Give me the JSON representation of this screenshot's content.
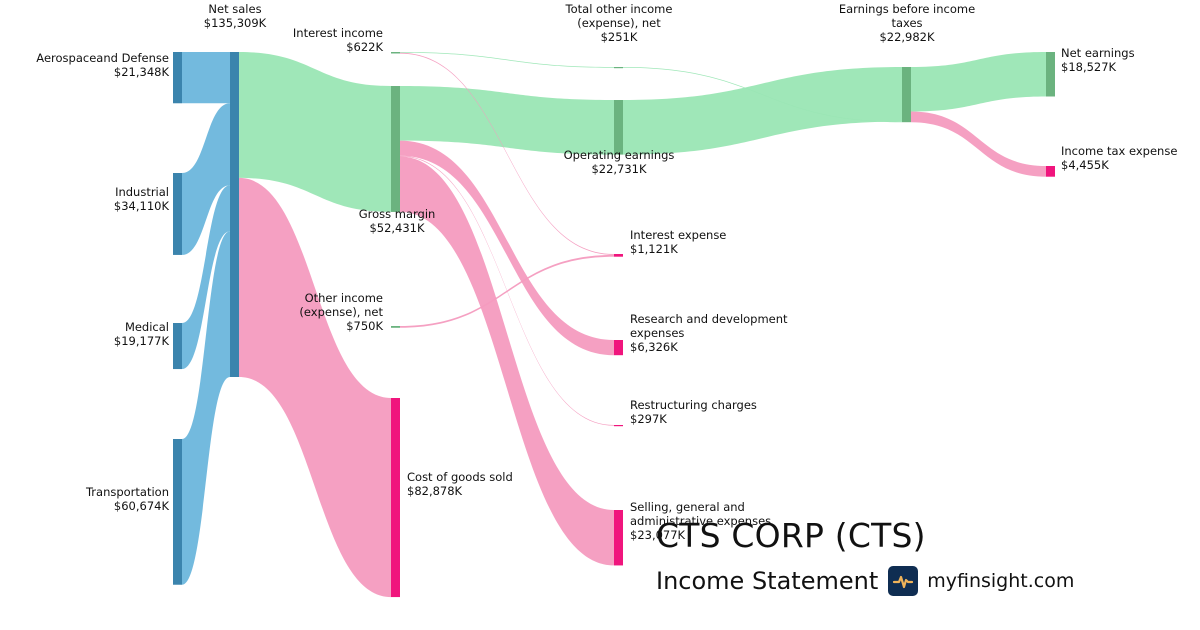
{
  "chart_data": {
    "type": "sankey",
    "units": "$K",
    "nodes": [
      {
        "id": "aero",
        "label": "Aerospaceand Defense",
        "value_text": "$21,348K",
        "value": 21348,
        "kind": "segment"
      },
      {
        "id": "industrial",
        "label": "Industrial",
        "value_text": "$34,110K",
        "value": 34110,
        "kind": "segment"
      },
      {
        "id": "medical",
        "label": "Medical",
        "value_text": "$19,177K",
        "value": 19177,
        "kind": "segment"
      },
      {
        "id": "transport",
        "label": "Transportation",
        "value_text": "$60,674K",
        "value": 60674,
        "kind": "segment"
      },
      {
        "id": "net_sales",
        "label": "Net sales",
        "value_text": "$135,309K",
        "value": 135309,
        "kind": "revenue"
      },
      {
        "id": "gross_margin",
        "label": "Gross margin",
        "value_text": "$52,431K",
        "value": 52431,
        "kind": "profit"
      },
      {
        "id": "cogs",
        "label": "Cost of goods sold",
        "value_text": "$82,878K",
        "value": 82878,
        "kind": "expense"
      },
      {
        "id": "interest_income",
        "label": "Interest income",
        "value_text": "$622K",
        "value": 622,
        "kind": "income"
      },
      {
        "id": "other_income",
        "label": "Other income (expense), net",
        "value_text": "$750K",
        "value": 750,
        "kind": "income"
      },
      {
        "id": "operating",
        "label": "Operating earnings",
        "value_text": "$22,731K",
        "value": 22731,
        "kind": "profit"
      },
      {
        "id": "total_other",
        "label": "Total other income (expense), net",
        "value_text": "$251K",
        "value": 251,
        "kind": "profit"
      },
      {
        "id": "interest_expense",
        "label": "Interest expense",
        "value_text": "$1,121K",
        "value": 1121,
        "kind": "expense"
      },
      {
        "id": "rnd",
        "label": "Research and development expenses",
        "value_text": "$6,326K",
        "value": 6326,
        "kind": "expense"
      },
      {
        "id": "restructuring",
        "label": "Restructuring charges",
        "value_text": "$297K",
        "value": 297,
        "kind": "expense"
      },
      {
        "id": "sga",
        "label": "Selling, general and administrative expenses",
        "value_text": "$23,077K",
        "value": 23077,
        "kind": "expense"
      },
      {
        "id": "ebt",
        "label": "Earnings before income taxes",
        "value_text": "$22,982K",
        "value": 22982,
        "kind": "profit"
      },
      {
        "id": "net_earnings",
        "label": "Net earnings",
        "value_text": "$18,527K",
        "value": 18527,
        "kind": "profit"
      },
      {
        "id": "tax",
        "label": "Income tax expense",
        "value_text": "$4,455K",
        "value": 4455,
        "kind": "expense"
      }
    ],
    "links": [
      {
        "source": "aero",
        "target": "net_sales",
        "value": 21348
      },
      {
        "source": "industrial",
        "target": "net_sales",
        "value": 34110
      },
      {
        "source": "medical",
        "target": "net_sales",
        "value": 19177
      },
      {
        "source": "transport",
        "target": "net_sales",
        "value": 60674
      },
      {
        "source": "net_sales",
        "target": "gross_margin",
        "value": 52431
      },
      {
        "source": "net_sales",
        "target": "cogs",
        "value": 82878
      },
      {
        "source": "gross_margin",
        "target": "operating",
        "value": 22731
      },
      {
        "source": "gross_margin",
        "target": "rnd",
        "value": 6326
      },
      {
        "source": "gross_margin",
        "target": "restructuring",
        "value": 297
      },
      {
        "source": "gross_margin",
        "target": "sga",
        "value": 23077
      },
      {
        "source": "interest_income",
        "target": "total_other",
        "value": 251
      },
      {
        "source": "interest_income",
        "target": "interest_expense",
        "value": 371
      },
      {
        "source": "other_income",
        "target": "interest_expense",
        "value": 750
      },
      {
        "source": "operating",
        "target": "ebt",
        "value": 22731
      },
      {
        "source": "total_other",
        "target": "ebt",
        "value": 251
      },
      {
        "source": "ebt",
        "target": "net_earnings",
        "value": 18527
      },
      {
        "source": "ebt",
        "target": "tax",
        "value": 4455
      }
    ],
    "colors": {
      "segment": "#3b84ad",
      "segment_flow": "#6bb6dc",
      "profit": "#6bb37f",
      "profit_flow": "#9ae6b4",
      "expense": "#f0157d",
      "expense_flow": "#f49bbf"
    }
  },
  "title": "CTS CORP (CTS)",
  "subtitle": "Income Statement",
  "brand": "myfinsight.com",
  "logo_icon": "pulse-chart-icon"
}
